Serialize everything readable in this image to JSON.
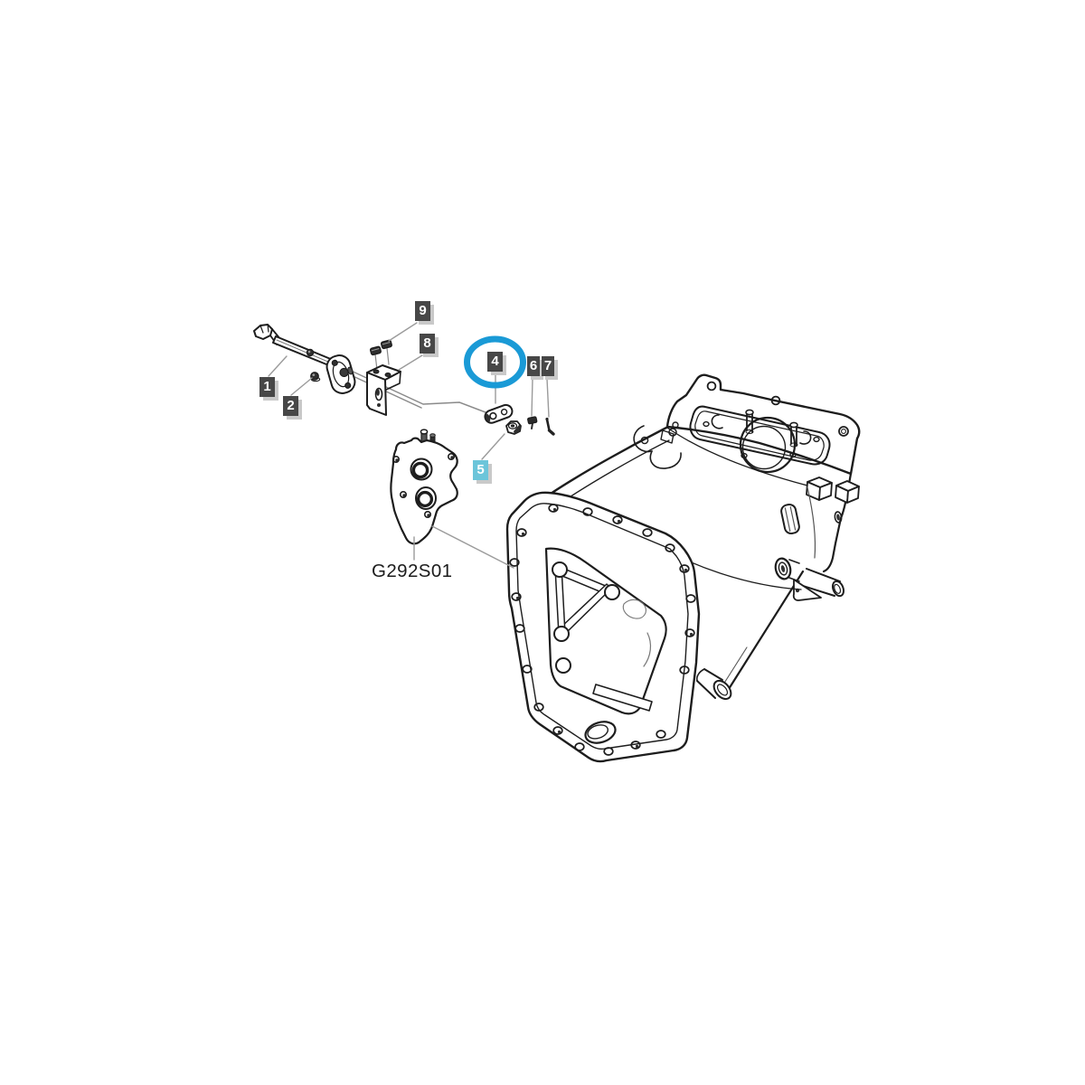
{
  "diagram": {
    "type": "exploded-parts-diagram",
    "reference_code": "G292S01",
    "part_labels": [
      {
        "number": "1",
        "variant": "default"
      },
      {
        "number": "2",
        "variant": "default"
      },
      {
        "number": "4",
        "variant": "circled"
      },
      {
        "number": "5",
        "variant": "highlighted"
      },
      {
        "number": "6",
        "variant": "default"
      },
      {
        "number": "7",
        "variant": "default"
      },
      {
        "number": "8",
        "variant": "default"
      },
      {
        "number": "9",
        "variant": "default"
      }
    ],
    "colors": {
      "page_bg": "#ffffff",
      "label_bg": "#474747",
      "label_text": "#ffffff",
      "label_highlight_bg": "#6cc5da",
      "label_shadow": "#c9c9c9",
      "highlight_circle": "#1a9ad6",
      "line_art": "#1d1d1d",
      "leader_line": "#9b9b9b"
    }
  }
}
